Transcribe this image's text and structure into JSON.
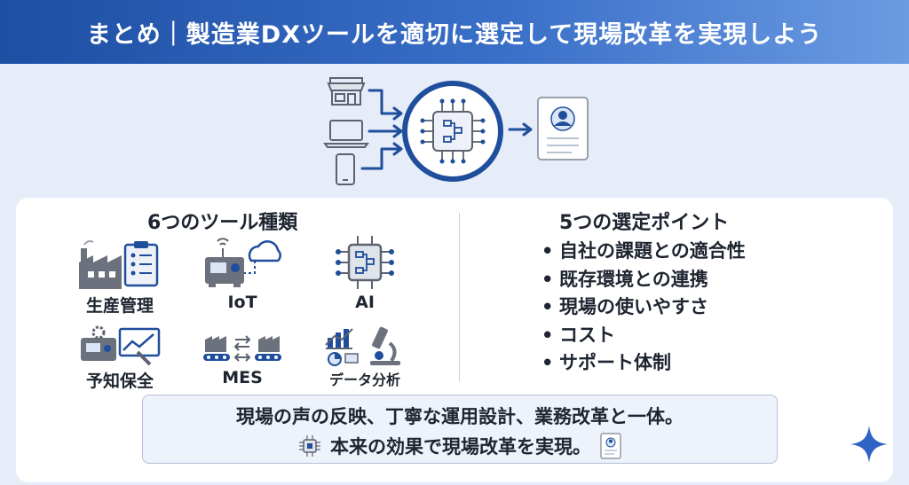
{
  "header": {
    "title": "まとめ｜製造業DXツールを適切に選定して現場改革を実現しよう"
  },
  "colors": {
    "accent": "#1f4e9c",
    "header_start": "#1d4fa3",
    "header_end": "#6b9be2",
    "icon_gray": "#5b6270",
    "background": "#e6ecf8"
  },
  "hero": {
    "icons": [
      "store-icon",
      "laptop-icon",
      "smartphone-icon",
      "ai-chip-hub-icon",
      "user-profile-card-icon"
    ]
  },
  "tools": {
    "title": "6つのツール種類",
    "items": [
      {
        "label": "生産管理",
        "icon": "factory-checklist-icon"
      },
      {
        "label": "IoT",
        "icon": "iot-device-cloud-icon"
      },
      {
        "label": "AI",
        "icon": "ai-chip-icon"
      },
      {
        "label": "予知保全",
        "icon": "machine-maintenance-chart-icon"
      },
      {
        "label": "MES",
        "icon": "conveyor-factories-icon"
      },
      {
        "label": "データ分析",
        "icon": "charts-microscope-icon"
      }
    ]
  },
  "points": {
    "title": "5つの選定ポイント",
    "bullet": "•",
    "items": [
      "自社の課題との適合性",
      "既存環境との連携",
      "現場の使いやすさ",
      "コスト",
      "サポート体制"
    ]
  },
  "summary": {
    "line1": "現場の声の反映、丁寧な運用設計、業務改革と一体。",
    "line2": "本来の効果で現場改革を実現。"
  }
}
